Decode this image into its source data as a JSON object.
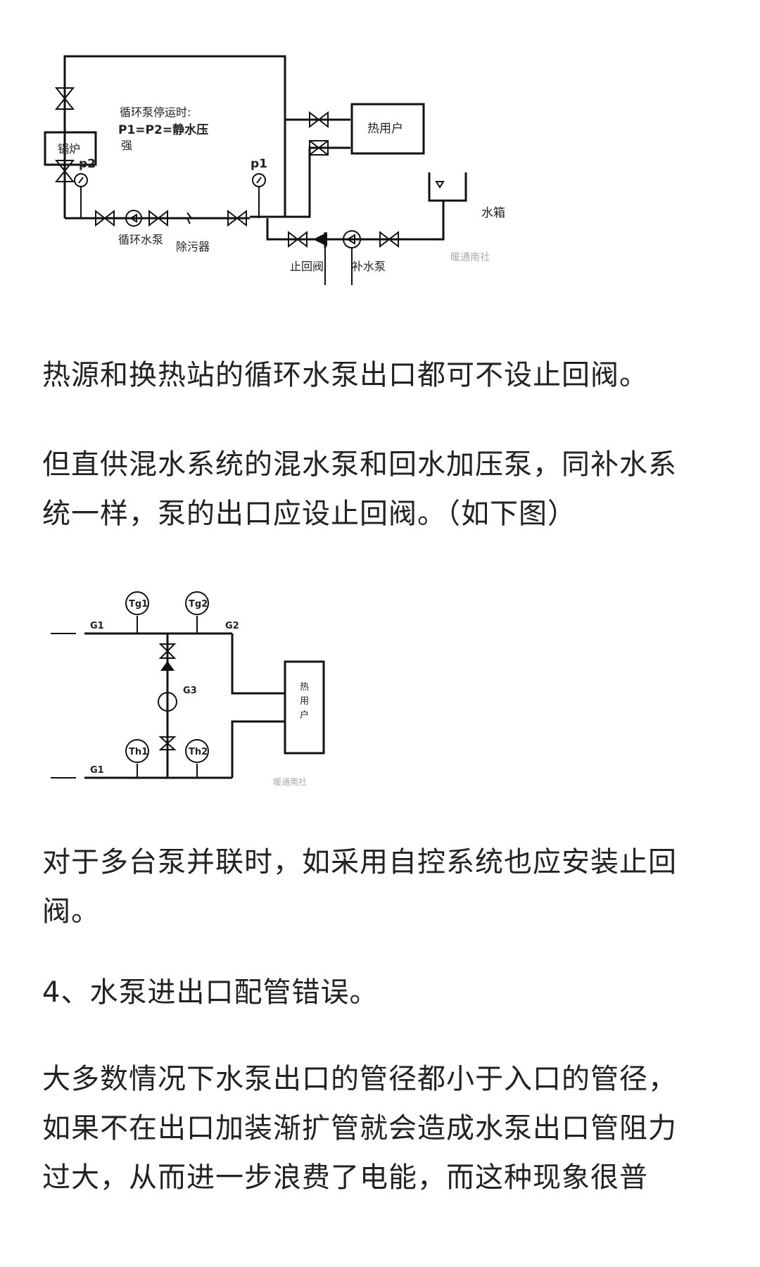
{
  "diagram1": {
    "note_line1": "循环泵停运时:",
    "note_line2": "P1=P2=静水压",
    "note_line3": "强",
    "boiler": "锅炉",
    "p2": "p2",
    "p1": "p1",
    "heat_user": "热用户",
    "water_tank": "水箱",
    "circ_pump": "循环水泵",
    "strainer": "除污器",
    "check_valve": "止回阀",
    "makeup_pump": "补水泵",
    "watermark": "暖通南社"
  },
  "paragraphs": {
    "p1": "热源和换热站的循环水泵出口都可不设止回阀。",
    "p2_line1": "但直供混水系统的混水泵和回水加压泵，同补水系",
    "p2_line2": "统一样，泵的出口应设止回阀。（如下图）",
    "p3_line1": "对于多台泵并联时，如采用自控系统也应安装止回",
    "p3_line2": "阀。",
    "p4": "4、水泵进出口配管错误。",
    "p5_line1": "大多数情况下水泵出口的管径都小于入口的管径，",
    "p5_line2": "如果不在出口加装渐扩管就会造成水泵出口管阻力",
    "p5_line3": "过大，从而进一步浪费了电能，而这种现象很普"
  },
  "diagram2": {
    "tg1": "Tg1",
    "tg2": "Tg2",
    "g1_top": "G1",
    "g2": "G2",
    "g3": "G3",
    "th1": "Th1",
    "th2": "Th2",
    "g1_bottom": "G1",
    "heat_user_1": "热",
    "heat_user_2": "用",
    "heat_user_3": "户",
    "watermark": "暖通南社"
  }
}
